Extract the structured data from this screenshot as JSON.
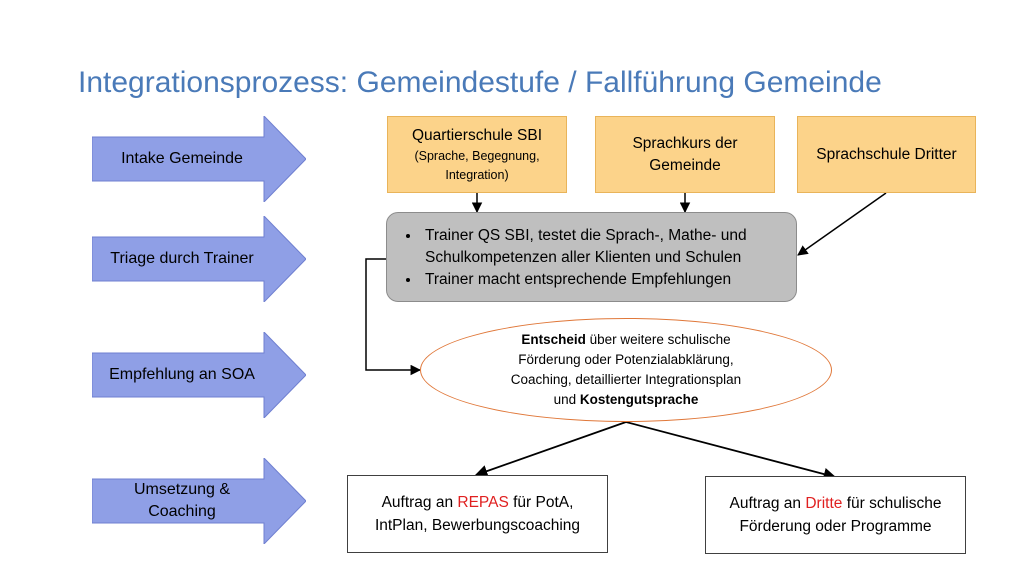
{
  "title": "Integrationsprozess: Gemeindestufe / Fallführung Gemeinde",
  "stages": [
    {
      "label": "Intake Gemeinde"
    },
    {
      "label": "Triage durch Trainer"
    },
    {
      "label": "Empfehlung an SOA"
    },
    {
      "label_line1": "Umsetzung &",
      "label_line2": "Coaching"
    }
  ],
  "sources": [
    {
      "main": "Quartierschule SBI",
      "sub_line1": "(Sprache, Begegnung,",
      "sub_line2": "Integration)"
    },
    {
      "line1": "Sprachkurs der",
      "line2": "Gemeinde"
    },
    {
      "main": "Sprachschule Dritter"
    }
  ],
  "trainer": {
    "bullets": [
      "Trainer QS SBI, testet die Sprach-, Mathe- und Schulkompetenzen aller Klienten und Schulen",
      "Trainer macht entsprechende Empfehlungen"
    ]
  },
  "decision": {
    "bold1": "Entscheid",
    "text1": " über weitere schulische",
    "line2": "Förderung oder Potenzialabklärung,",
    "line3": "Coaching, detaillierter Integrationsplan",
    "text4": "und ",
    "bold4": "Kostengutsprache"
  },
  "outcomes": [
    {
      "prefix": "Auftrag an ",
      "highlight": "REPAS",
      "suffix": " für PotA,",
      "line2": "IntPlan, Bewerbungscoaching"
    },
    {
      "prefix": "Auftrag an ",
      "highlight": "Dritte",
      "suffix": " für schulische",
      "line2": "Förderung oder Programme"
    }
  ],
  "colors": {
    "title": "#4a7ab8",
    "stage_arrow": "#8f9fe6",
    "source_box": "#fcd38a",
    "trainer_box": "#bfbfbf",
    "decision_border": "#e0783a",
    "highlight": "#e02020"
  }
}
